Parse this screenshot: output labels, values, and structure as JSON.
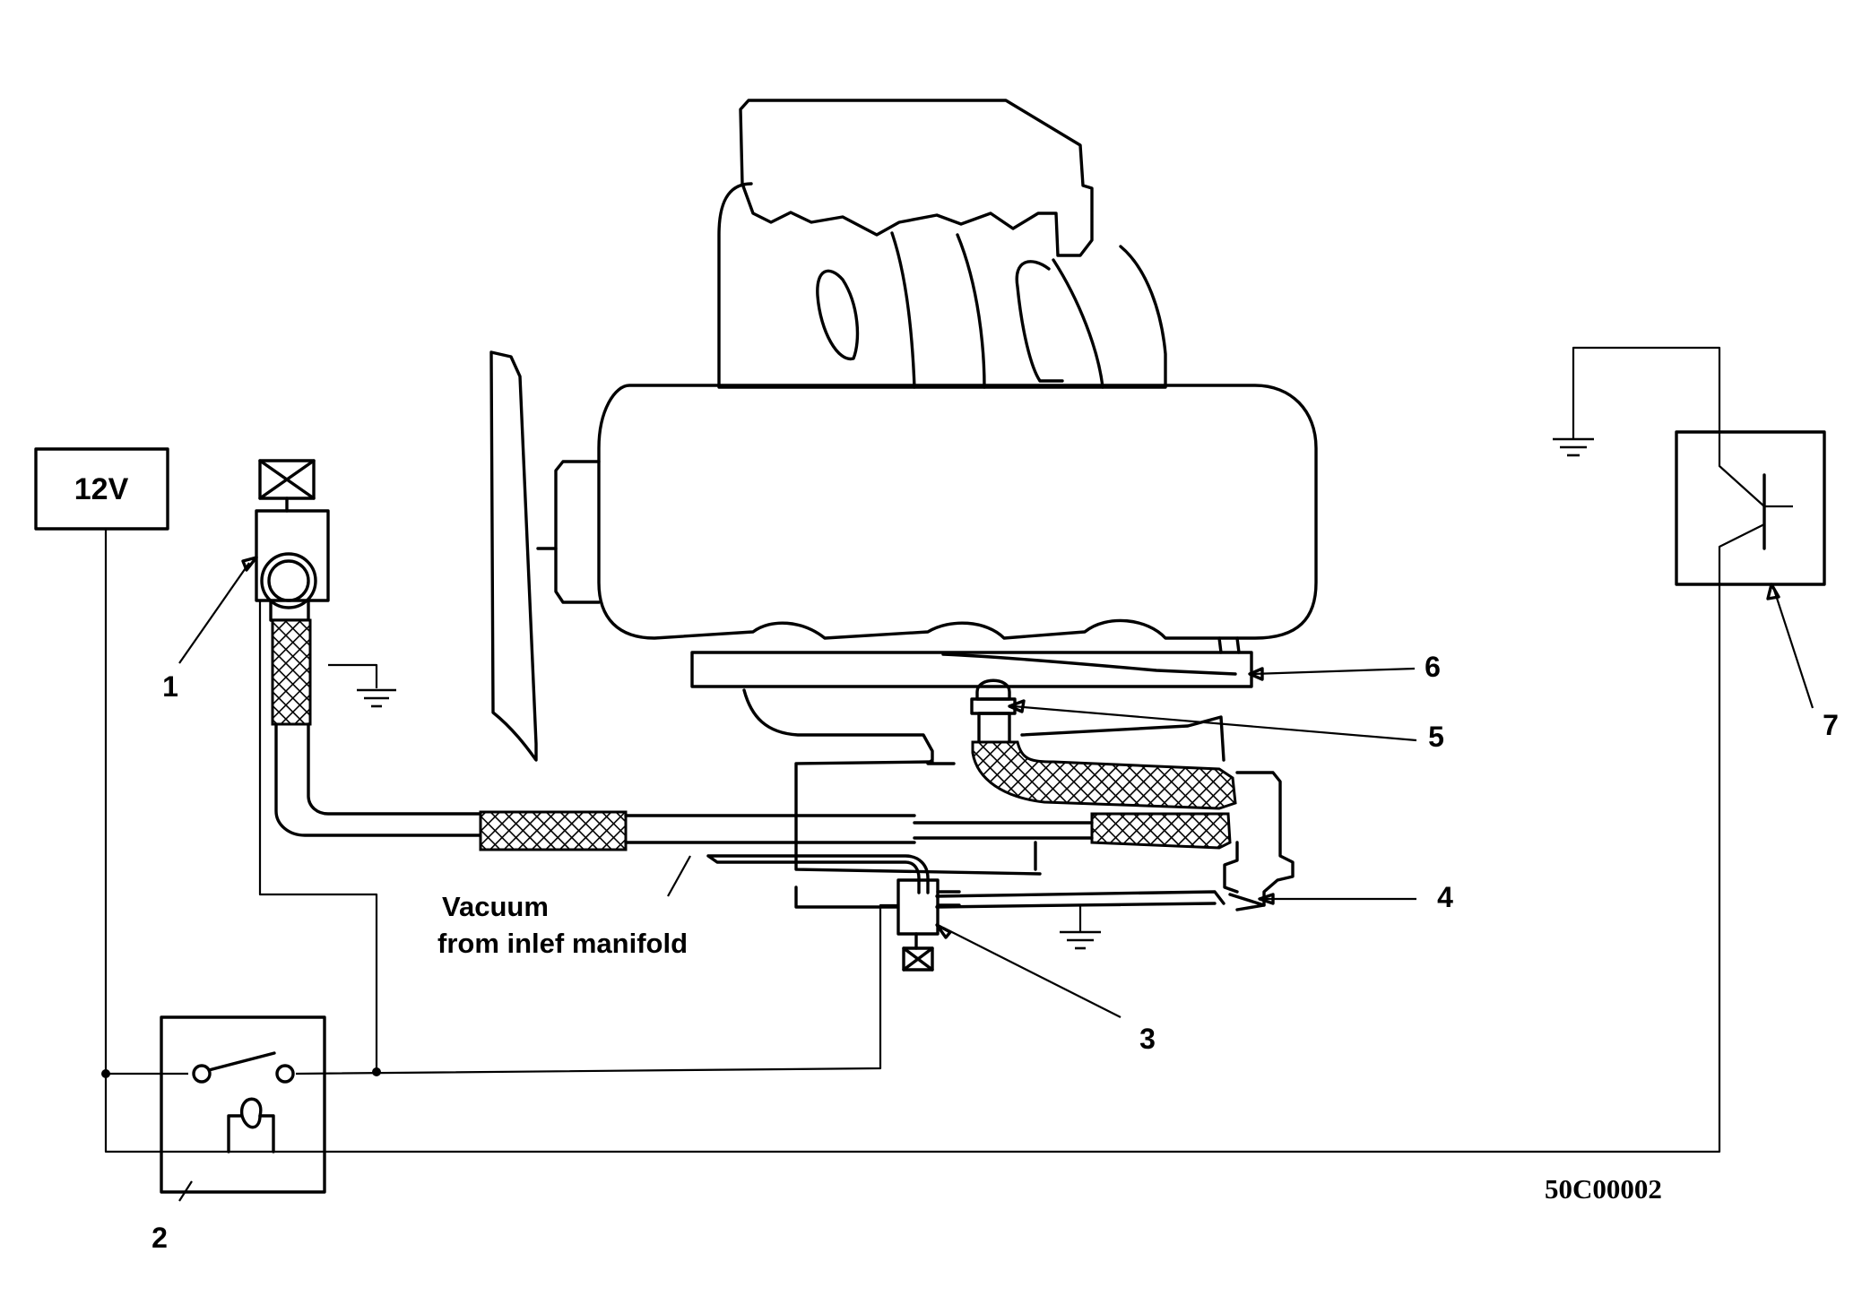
{
  "supply_label": "12V",
  "vacuum_label": [
    "Vacuum",
    "from inlef manifold"
  ],
  "figure_code": "50C00002",
  "callouts": [
    "1",
    "2",
    "3",
    "4",
    "5",
    "6",
    "7"
  ]
}
